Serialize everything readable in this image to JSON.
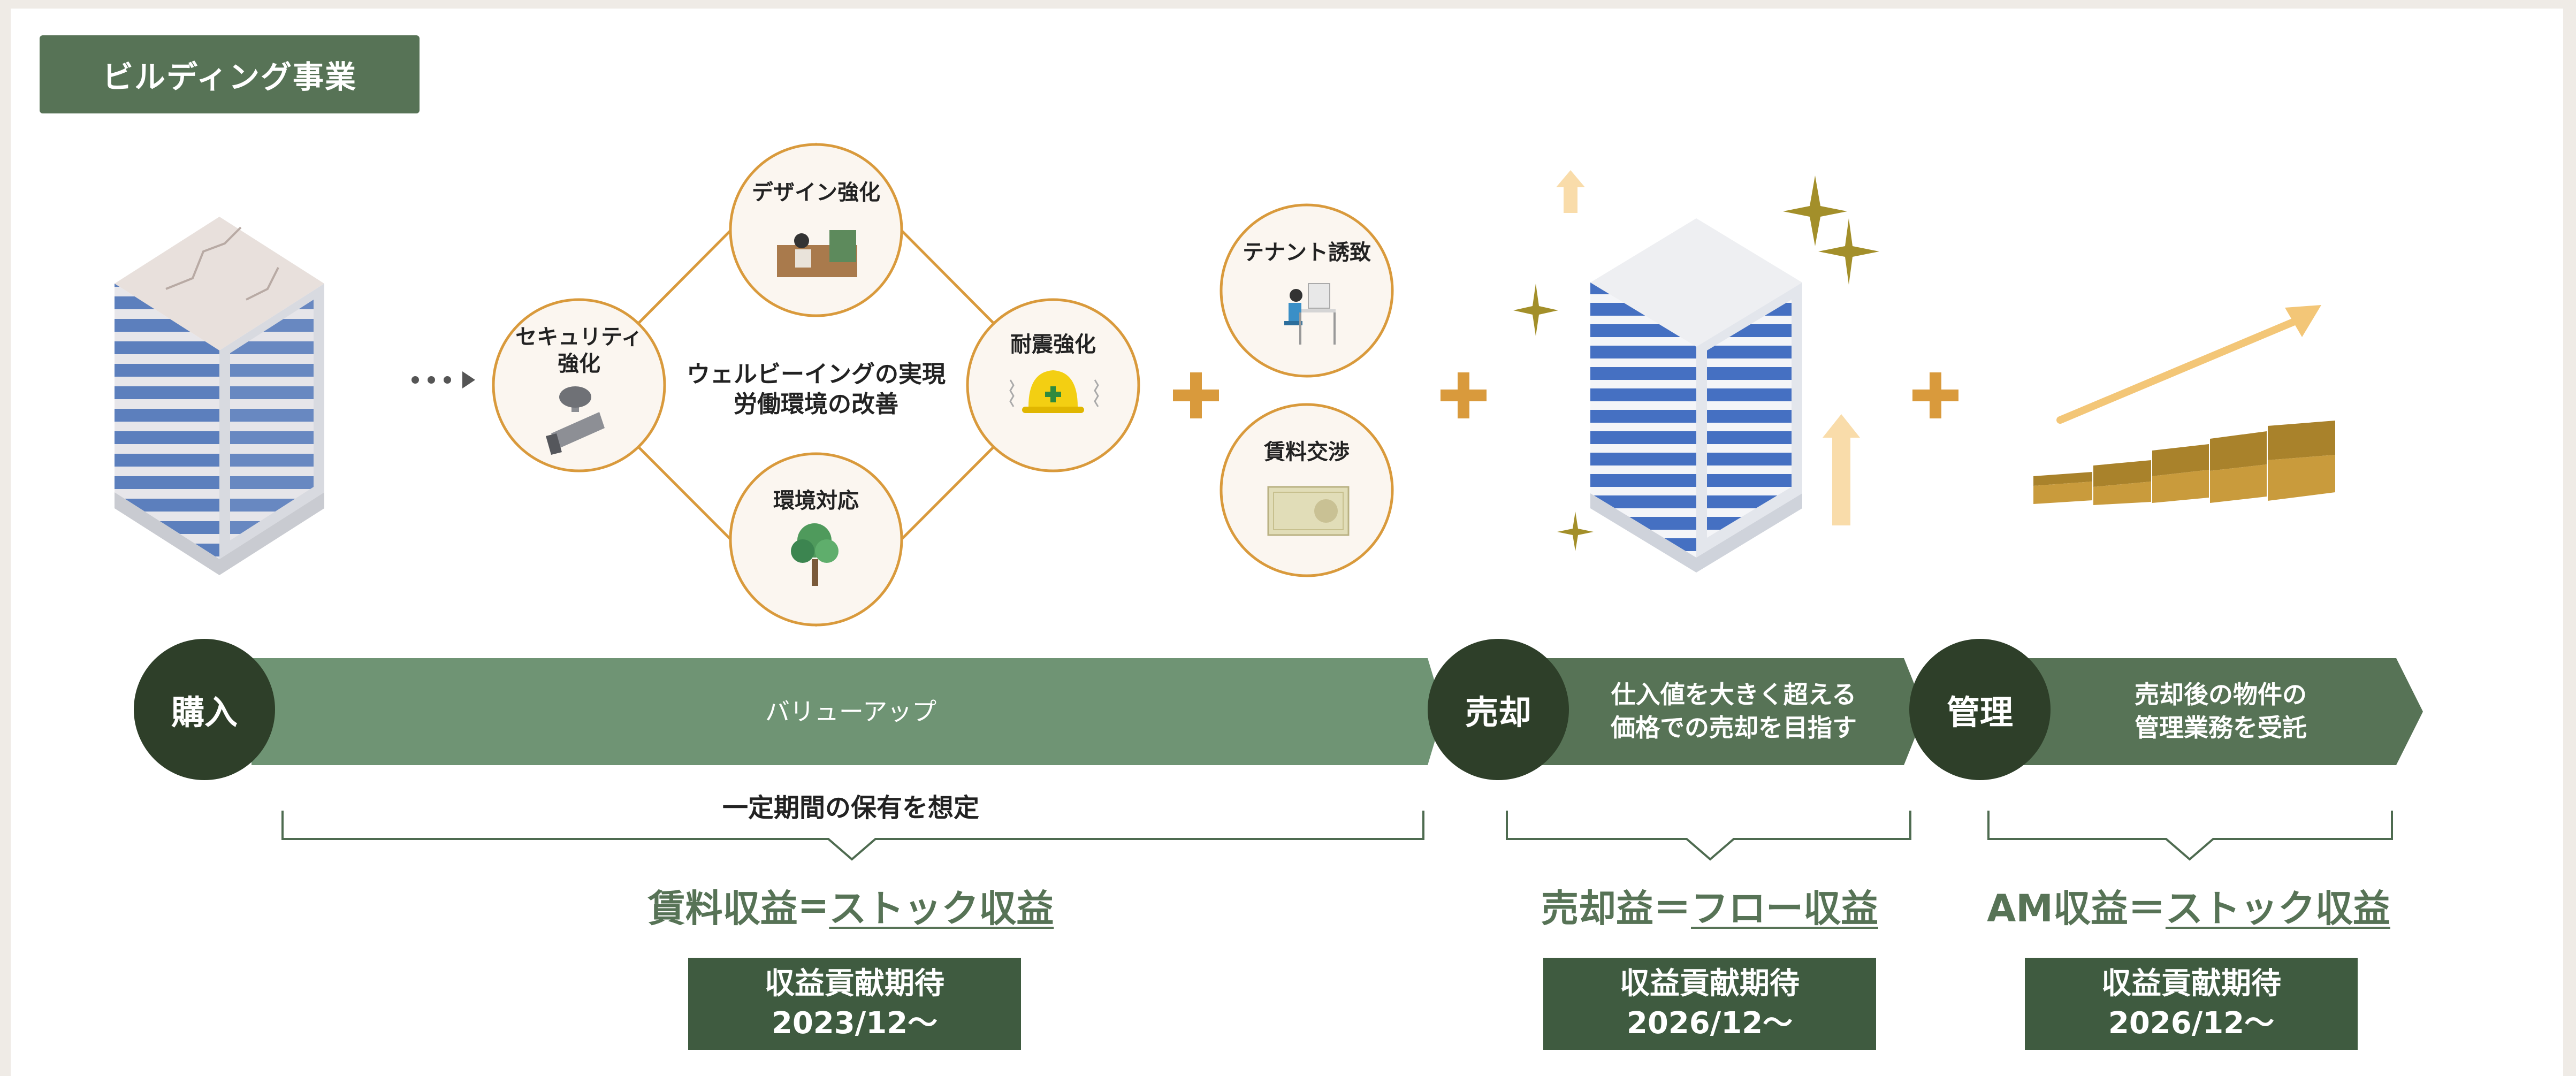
{
  "header": {
    "tag_label": "ビルディング事業"
  },
  "value_up": {
    "center_text": [
      "ウェルビーイングの実現",
      "労働環境の改善"
    ],
    "circles": {
      "design": "デザイン強化",
      "security": [
        "セキュリティ",
        "強化"
      ],
      "seismic": "耐震強化",
      "environment": "環境対応"
    }
  },
  "tenant": {
    "leasing": "テナント誘致",
    "rent_negotiation": "賃料交渉"
  },
  "flow": {
    "purchase": "購入",
    "valueup_label": "バリューアップ",
    "sale": "売却",
    "sale_desc": [
      "仕入値を大きく超える",
      "価格での売却を目指す"
    ],
    "manage": "管理",
    "manage_desc": [
      "売却後の物件の",
      "管理業務を受託"
    ]
  },
  "periods": {
    "hold": "一定期間の保有を想定"
  },
  "revenue": {
    "rent": {
      "prefix": "賃料収益",
      "eq": "=",
      "type": "ストック収益",
      "badge_label": "収益貢献期待",
      "badge_date": "2023/12〜"
    },
    "sale": {
      "prefix": "売却益",
      "eq": "＝",
      "type": "フロー収益",
      "badge_label": "収益貢献期待",
      "badge_date": "2026/12〜"
    },
    "am": {
      "prefix": "AM収益",
      "eq": "＝",
      "type": "ストック収益",
      "badge_label": "収益貢献期待",
      "badge_date": "2026/12〜"
    }
  },
  "colors": {
    "accent_green": "#577356",
    "dark_green": "#2e3f29",
    "valueup_green": "#6f9474",
    "orange": "#d99a3c",
    "gold": "#a38f2a",
    "building_blue": "#4f78c4"
  }
}
